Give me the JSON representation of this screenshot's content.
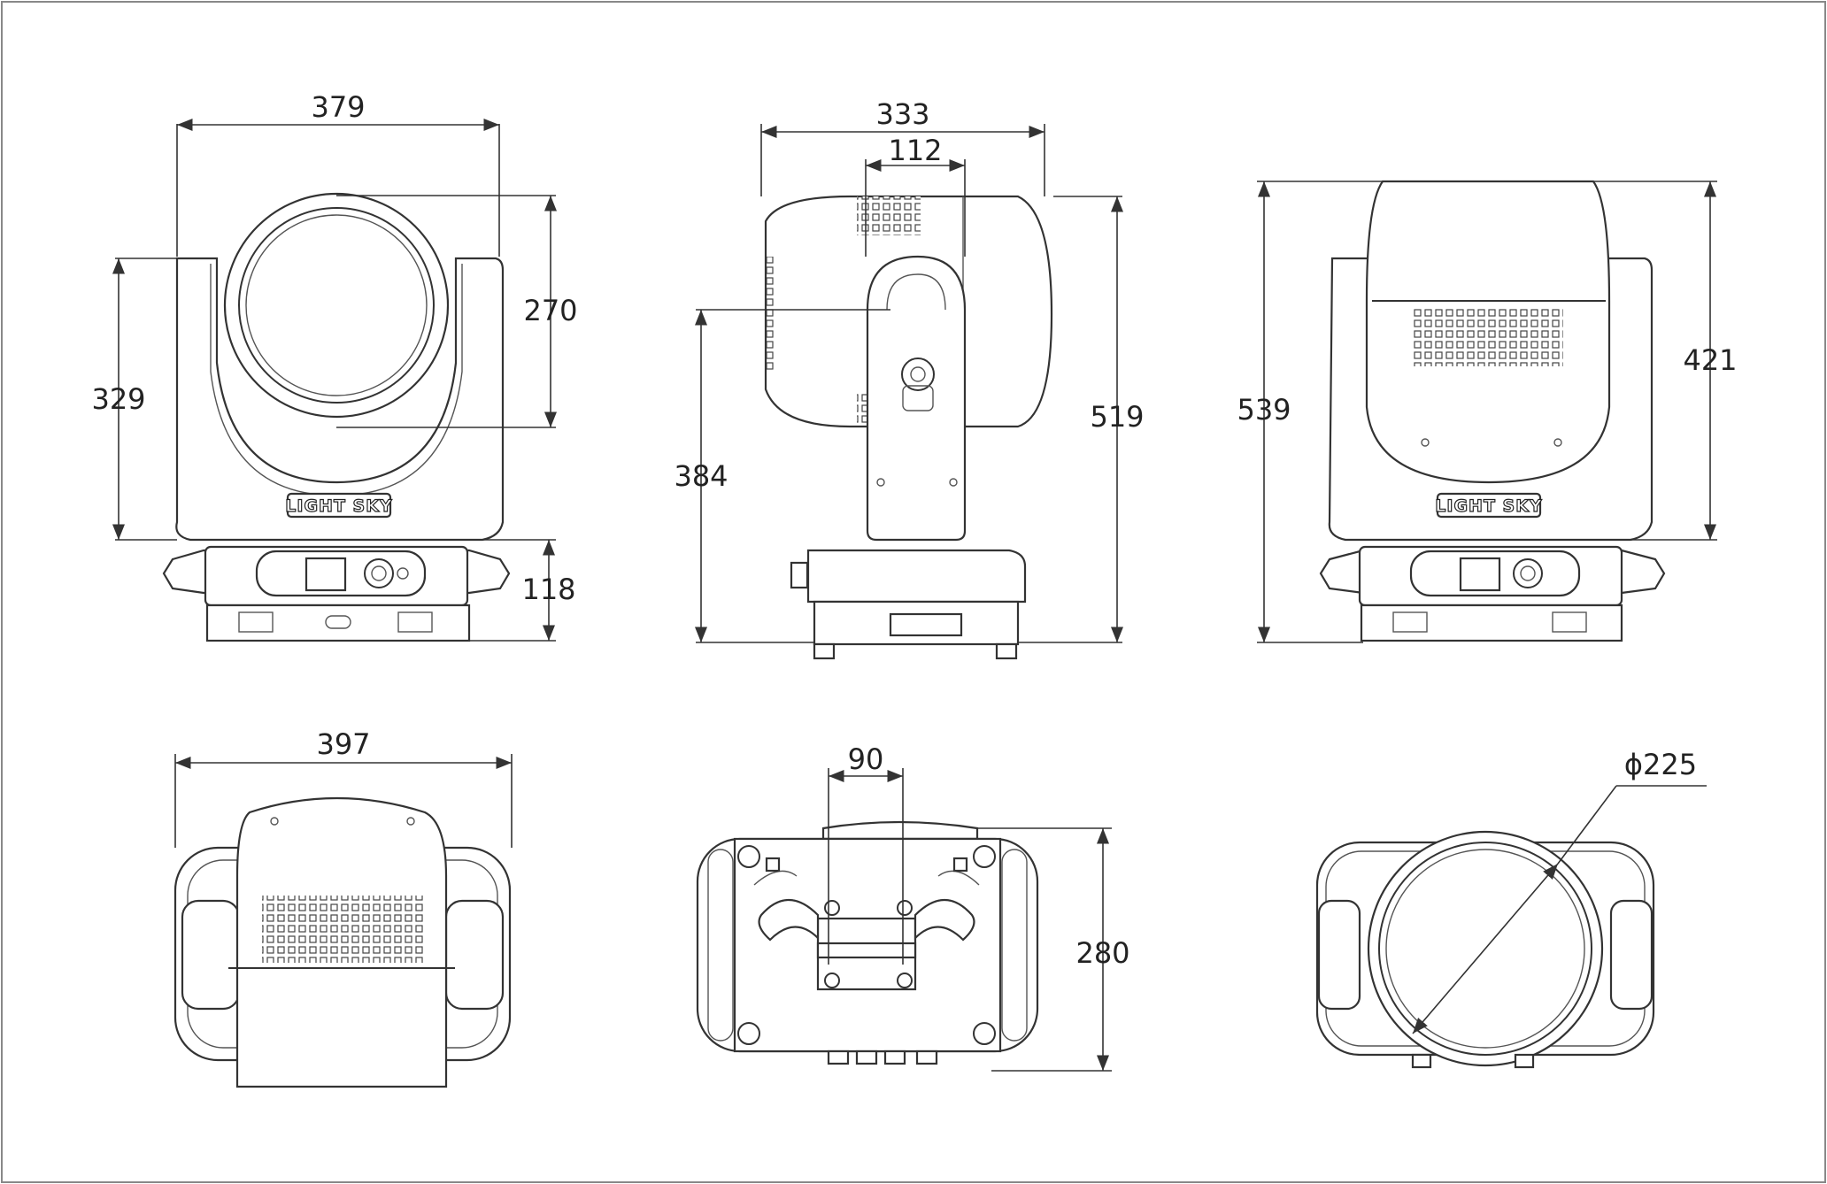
{
  "brand": {
    "logo_text": "LIGHT SKY"
  },
  "dimensions": {
    "front_width": "379",
    "front_arm_height": "329",
    "front_head_height": "270",
    "front_base_height": "118",
    "side_depth": "333",
    "side_arm_width": "112",
    "side_pivot_height": "384",
    "side_total_height": "519",
    "rear_total_height": "539",
    "rear_head_height": "421",
    "top_width": "397",
    "bottom_clamp_spacing": "90",
    "bottom_depth": "280",
    "lens_diameter": "ϕ225"
  }
}
